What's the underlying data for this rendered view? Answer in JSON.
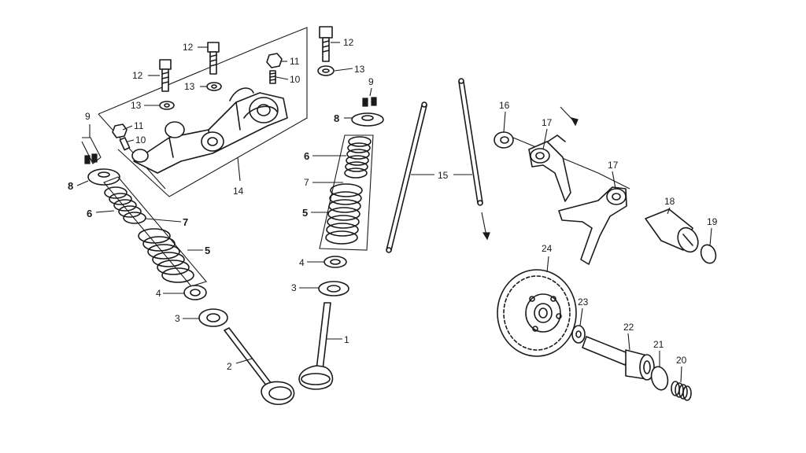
{
  "diagram": {
    "callouts": {
      "n1": "1",
      "n2": "2",
      "n3": "3",
      "n4": "4",
      "n5": "5",
      "n6": "6",
      "n7": "7",
      "n8": "8",
      "n9": "9",
      "n10": "10",
      "n11": "11",
      "n12": "12",
      "n13": "13",
      "n14": "14",
      "n15": "15",
      "n16": "16",
      "n17": "17",
      "n18": "18",
      "n19": "19",
      "n20": "20",
      "n21": "21",
      "n22": "22",
      "n23": "23",
      "n24": "24"
    }
  }
}
